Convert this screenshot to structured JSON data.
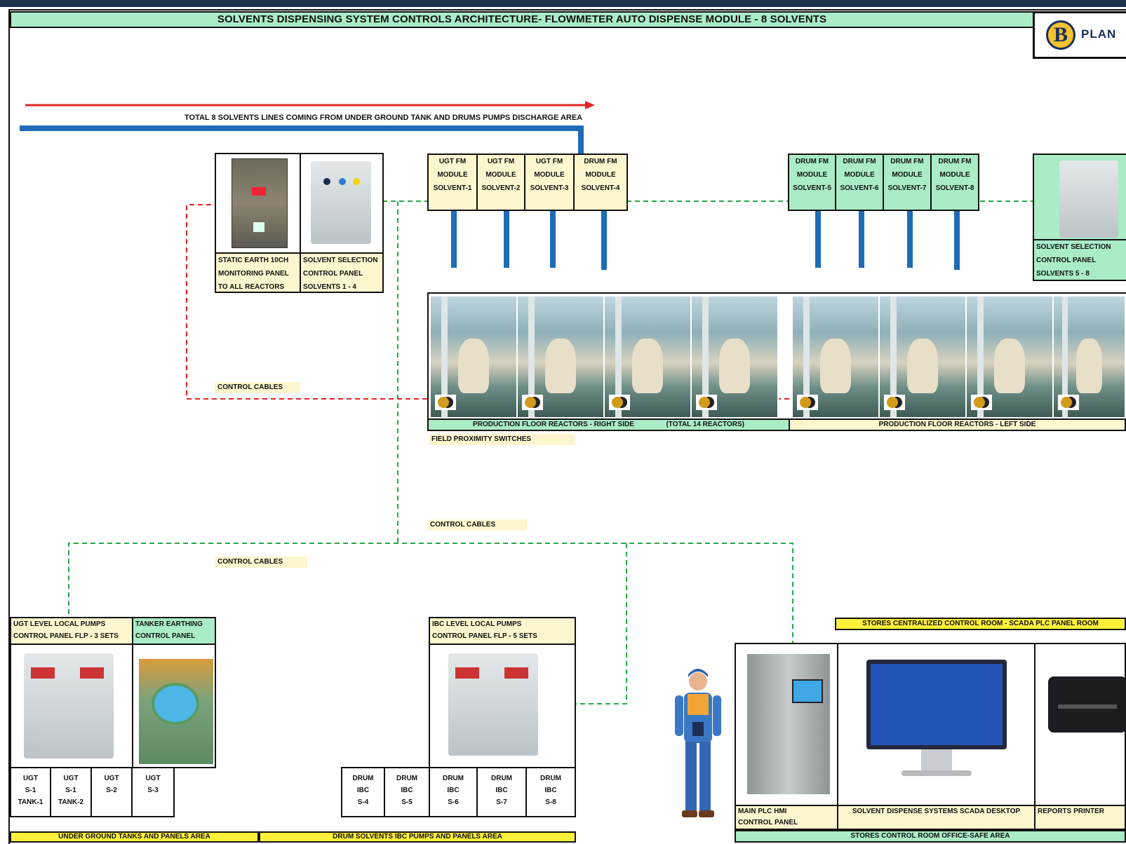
{
  "title": "SOLVENTS DISPENSING SYSTEM CONTROLS ARCHITECTURE- FLOWMETER AUTO DISPENSE MODULE - 8 SOLVENTS",
  "logo": {
    "letter": "B",
    "text": "PLAN"
  },
  "header_line_label": "TOTAL 8 SOLVENTS LINES COMING FROM UNDER GROUND TANK AND DRUMS PUMPS DISCHARGE AREA",
  "left_panels": {
    "static_earth": [
      "STATIC EARTH 10CH",
      "MONITORING PANEL",
      "TO ALL REACTORS"
    ],
    "solvent_sel_1_4": [
      "SOLVENT SELECTION",
      "CONTROL PANEL",
      "SOLVENTS 1 - 4"
    ]
  },
  "right_panel": [
    "SOLVENT SELECTION",
    "CONTROL PANEL",
    "SOLVENTS 5 - 8"
  ],
  "ugt_modules": [
    [
      "UGT FM",
      "MODULE",
      "SOLVENT-1"
    ],
    [
      "UGT FM",
      "MODULE",
      "SOLVENT-2"
    ],
    [
      "UGT FM",
      "MODULE",
      "SOLVENT-3"
    ],
    [
      "DRUM FM",
      "MODULE",
      "SOLVENT-4"
    ]
  ],
  "drum_modules": [
    [
      "DRUM FM",
      "MODULE",
      "SOLVENT-5"
    ],
    [
      "DRUM FM",
      "MODULE",
      "SOLVENT-6"
    ],
    [
      "DRUM FM",
      "MODULE",
      "SOLVENT-7"
    ],
    [
      "DRUM FM",
      "MODULE",
      "SOLVENT-8"
    ]
  ],
  "reactors": {
    "right_label": "PRODUCTION FLOOR REACTORS - RIGHT SIDE",
    "total_label": "(TOTAL 14 REACTORS)",
    "left_label": "PRODUCTION FLOOR REACTORS - LEFT SIDE",
    "field_prox": "FIELD PROXIMITY SWITCHES"
  },
  "control_cables": "CONTROL CABLES",
  "ugt_area": {
    "ugt_panel": [
      "UGT LEVEL LOCAL PUMPS",
      "CONTROL PANEL FLP - 3 SETS"
    ],
    "tanker_panel": [
      "TANKER EARTHING",
      "CONTROL PANEL"
    ],
    "tanks": [
      [
        "UGT",
        "S-1",
        "TANK-1"
      ],
      [
        "UGT",
        "S-1",
        "TANK-2"
      ],
      [
        "UGT",
        "S-2",
        ""
      ],
      [
        "UGT",
        "S-3",
        ""
      ]
    ],
    "area_label": "UNDER GROUND TANKS AND PANELS AREA"
  },
  "drum_area": {
    "ibc_panel": [
      "IBC LEVEL LOCAL PUMPS",
      "CONTROL PANEL FLP - 5 SETS"
    ],
    "drums": [
      [
        "DRUM",
        "IBC",
        "S-4"
      ],
      [
        "DRUM",
        "IBC",
        "S-5"
      ],
      [
        "DRUM",
        "IBC",
        "S-6"
      ],
      [
        "DRUM",
        "IBC",
        "S-7"
      ],
      [
        "DRUM",
        "IBC",
        "S-8"
      ]
    ],
    "area_label": "DRUM SOLVENTS IBC PUMPS AND PANELS AREA"
  },
  "stores": {
    "room_label": "STORES  CENTRALIZED CONTROL ROOM - SCADA PLC PANEL ROOM",
    "plc": [
      "MAIN PLC HMI",
      "CONTROL PANEL"
    ],
    "scada": "SOLVENT DISPENSE SYSTEMS SCADA DESKTOP",
    "printer": "REPORTS PRINTER",
    "area_label": "STORES CONTROL ROOM OFFICE-SAFE AREA"
  }
}
